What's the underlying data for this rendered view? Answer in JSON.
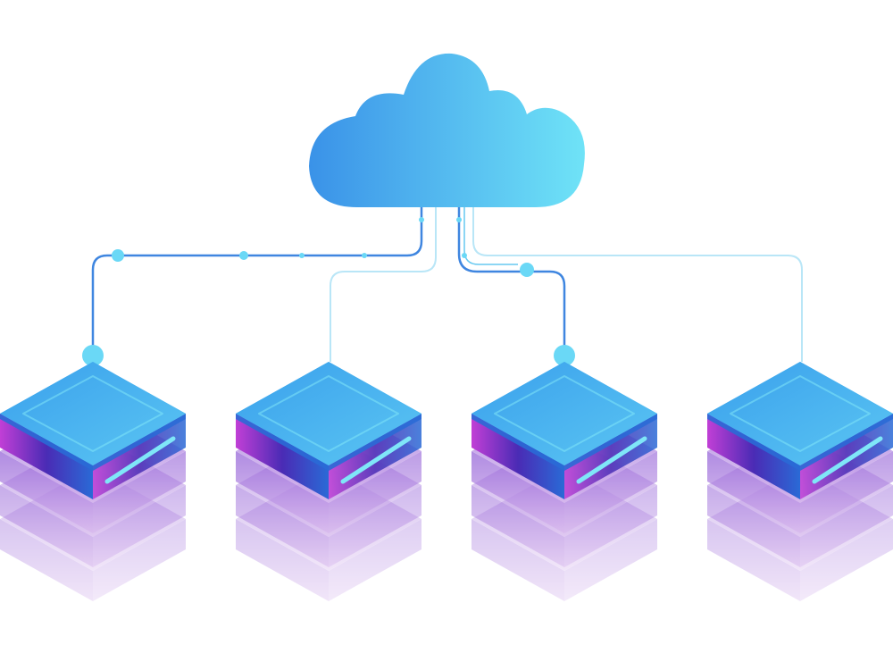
{
  "colors": {
    "cloud_left": "#3a92e8",
    "cloud_right": "#6fe3f7",
    "line_dark": "#3f86e0",
    "line_mid": "#66c8f0",
    "line_light": "#b9e6f7",
    "node_fill": "#6ad8f6",
    "server_top_left": "#3aa0ec",
    "server_top_right": "#5bc6f3",
    "server_rim": "#2a6ad6",
    "server_side": "#4a2bb5",
    "server_side_accent": "#c13fd6",
    "server_light": "#7fe6f8",
    "stack_fade_top": "#8f5bd6",
    "stack_fade_bottom": "#d8b8ee"
  },
  "diagram": {
    "cloud": {
      "icon": "cloud-icon"
    },
    "servers": [
      {
        "id": "server-1",
        "icon": "server-stack-icon"
      },
      {
        "id": "server-2",
        "icon": "server-stack-icon"
      },
      {
        "id": "server-3",
        "icon": "server-stack-icon"
      },
      {
        "id": "server-4",
        "icon": "server-stack-icon"
      }
    ],
    "connections": [
      {
        "to": "server-1",
        "style": "dark"
      },
      {
        "to": "server-2",
        "style": "light"
      },
      {
        "to": "server-3",
        "style": "dark"
      },
      {
        "to": "server-4",
        "style": "light"
      }
    ]
  }
}
